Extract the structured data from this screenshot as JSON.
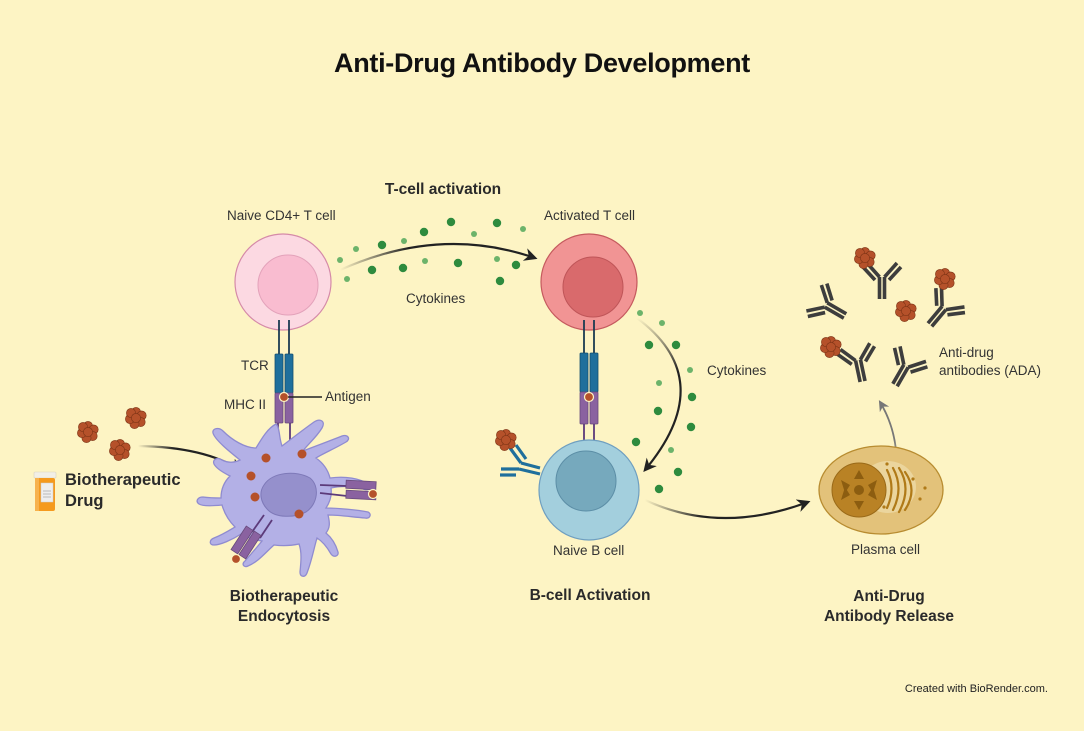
{
  "title": "Anti-Drug Antibody Development",
  "colors": {
    "background": "#fdf4c4",
    "drug_particle": "#b5512a",
    "cytokine_dark": "#2e8b3e",
    "cytokine_light": "#6cb36a",
    "naive_t_cell": "#fbd6e0",
    "activated_t_cell": "#f19494",
    "b_cell": "#a3cfdd",
    "dendritic_cell": "#b3b0e6",
    "plasma_cell": "#e3c27a",
    "tcr": "#1f6f9c",
    "mhc": "#8a62a0",
    "antibody": "#3d3d3d"
  },
  "labels": {
    "t_cell_activation": "T-cell activation",
    "naive_cd4_t_cell": "Naive CD4+ T cell",
    "activated_t_cell": "Activated T cell",
    "cytokines_top": "Cytokines",
    "cytokines_right": "Cytokines",
    "tcr": "TCR",
    "mhc_ii": "MHC II",
    "antigen": "Antigen",
    "biotherapeutic_drug_line1": "Biotherapeutic",
    "biotherapeutic_drug_line2": "Drug",
    "naive_b_cell": "Naive B cell",
    "plasma_cell": "Plasma cell",
    "ada_line1": "Anti-drug",
    "ada_line2": "antibodies (ADA)"
  },
  "stages": [
    {
      "line1": "Biotherapeutic",
      "line2": "Endocytosis"
    },
    {
      "line1": "B-cell Activation",
      "line2": ""
    },
    {
      "line1": "Anti-Drug",
      "line2": "Antibody Release"
    }
  ],
  "credit": "Created with BioRender.com."
}
